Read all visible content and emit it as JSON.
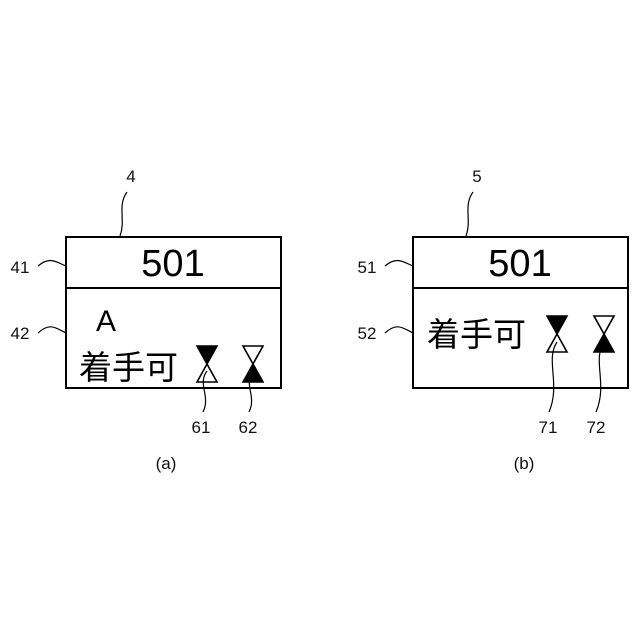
{
  "figure_a": {
    "ref_main": "4",
    "ref_header": "41",
    "ref_body": "42",
    "header_number": "501",
    "letter": "A",
    "status_text": "着手可",
    "ref_icon_1": "61",
    "ref_icon_2": "62",
    "caption": "(a)"
  },
  "figure_b": {
    "ref_main": "5",
    "ref_header": "51",
    "ref_body": "52",
    "header_number": "501",
    "status_text": "着手可",
    "ref_icon_1": "71",
    "ref_icon_2": "72",
    "caption": "(b)"
  },
  "icons": {
    "icon_61": "hourglass-top-filled-icon",
    "icon_62": "hourglass-bottom-filled-icon",
    "icon_71": "hourglass-top-filled-icon",
    "icon_72": "hourglass-bottom-filled-icon"
  }
}
